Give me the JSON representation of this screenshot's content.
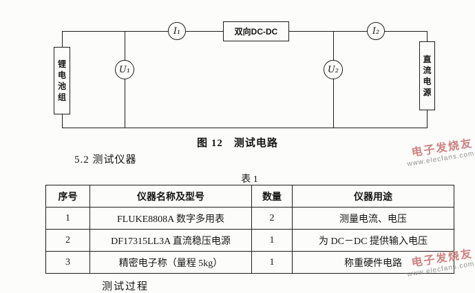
{
  "page": {
    "figure_caption": "图 12　测试电路",
    "section_heading": "5.2 测试仪器",
    "table_caption": "表 1",
    "bottom_partial_text": "测试过程"
  },
  "circuit": {
    "battery_label": "锂电池组",
    "converter_label": "双向DC-DC",
    "dc_source_label": "直流电源",
    "meters": {
      "i1": "I₁",
      "u1": "U₁",
      "u2": "U₂",
      "i2": "I₂"
    }
  },
  "table": {
    "headers": [
      "序号",
      "仪器名称及型号",
      "数量",
      "仪器用途"
    ],
    "rows": [
      [
        "1",
        "FLUKE8808A 数字多用表",
        "2",
        "测量电流、电压"
      ],
      [
        "2",
        "DF17315LL3A 直流稳压电源",
        "1",
        "为 DC－DC 提供输入电压"
      ],
      [
        "3",
        "精密电子称（量程 5kg）",
        "1",
        "称重硬件电路"
      ]
    ]
  },
  "watermark": {
    "title": "电子发烧友",
    "url": "www.elecfans.com"
  }
}
